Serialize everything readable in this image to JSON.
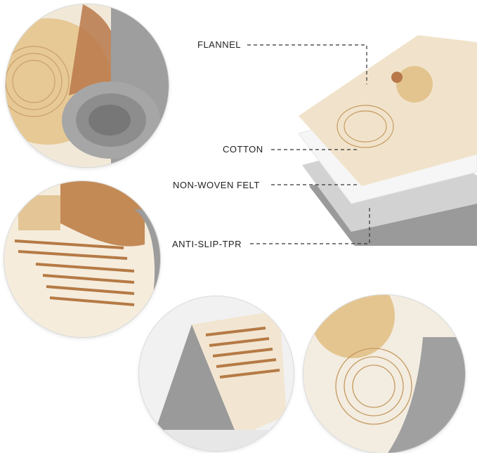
{
  "layers": {
    "flannel_label": "FLANNEL",
    "cotton_label": "COTTON",
    "felt_label": "NON-WOVEN FELT",
    "tpr_label": "ANTI-SLIP-TPR"
  },
  "colors": {
    "tan": "#d9b27a",
    "terracotta": "#b8784a",
    "cream": "#f4ede0",
    "gray_backing": "#9a9a9a",
    "white_layer": "#f6f6f6"
  }
}
